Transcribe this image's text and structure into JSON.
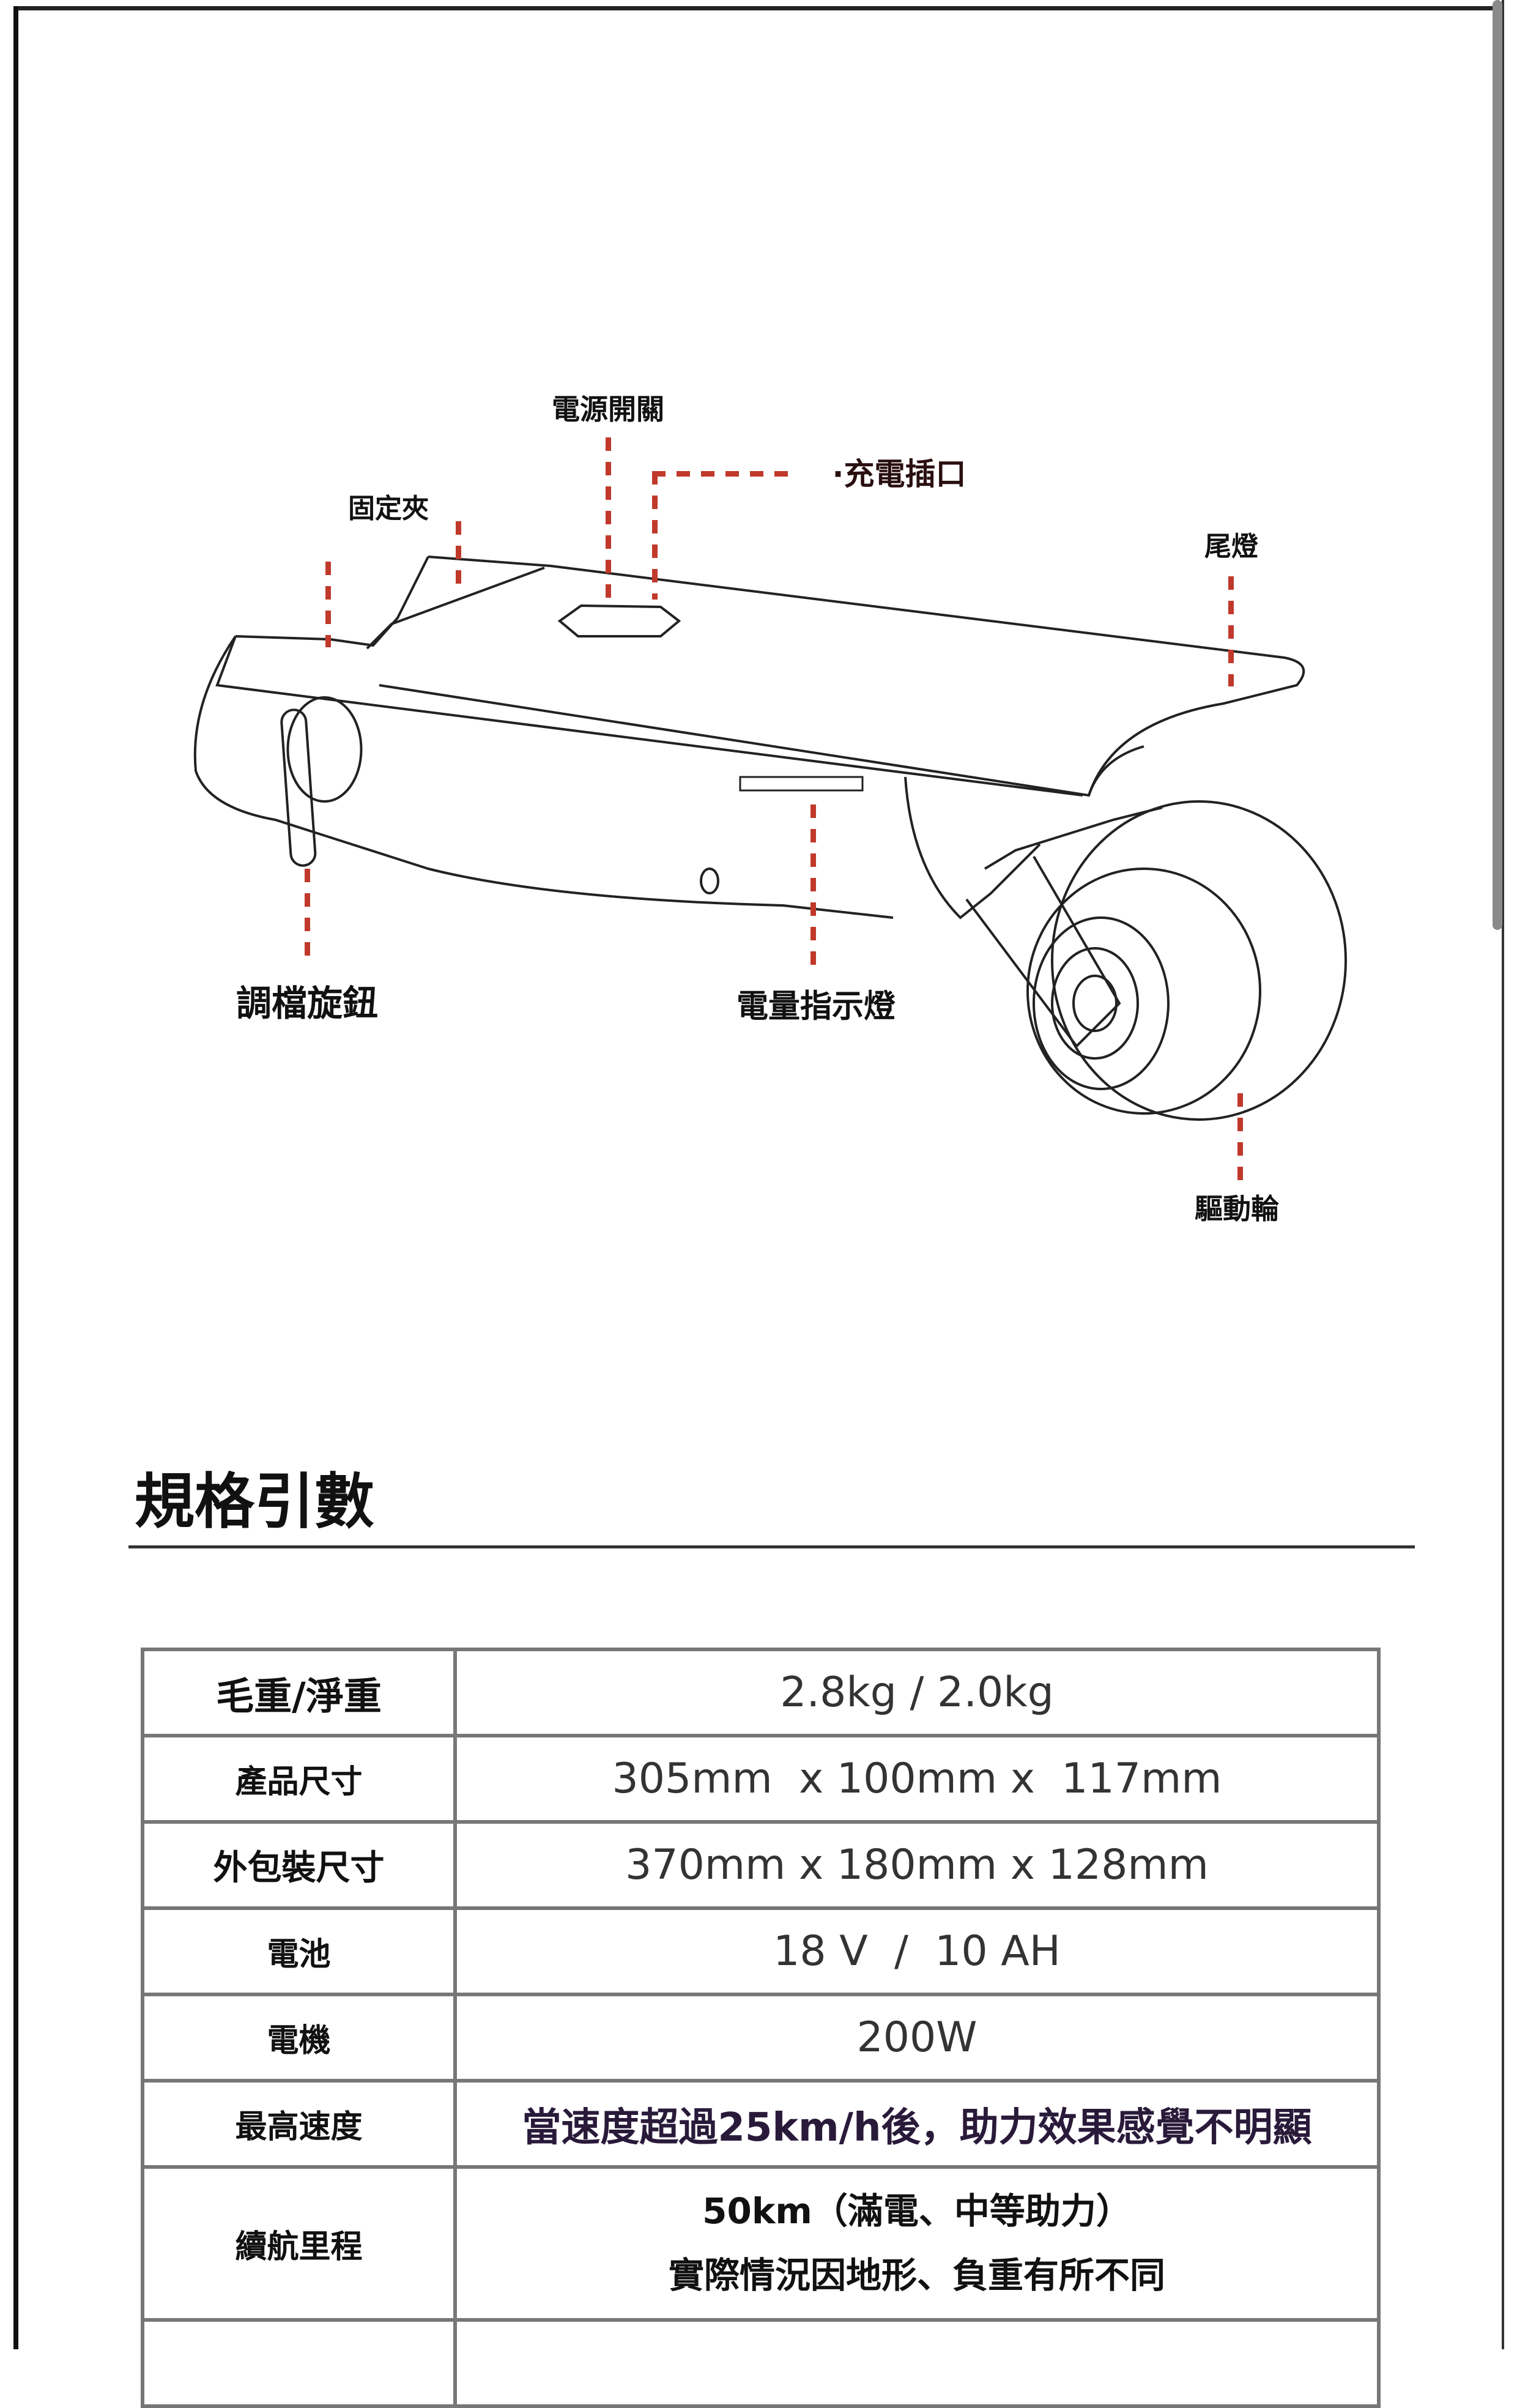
{
  "diagram": {
    "labels": {
      "power_switch": "電源開關",
      "charge_port": "·充電插口",
      "clamp": "固定夾",
      "tail_light": "尾燈",
      "gear_knob": "調檔旋鈕",
      "battery_indicator": "電量指示燈",
      "drive_wheel": "驅動輪"
    },
    "callout_color": "#c0392b"
  },
  "specs": {
    "title": "規格引數",
    "rows": [
      {
        "label": "毛重/淨重",
        "value": "2.8kg / 2.0kg"
      },
      {
        "label": "產品尺寸",
        "value": "305mm  x 100mm x  117mm"
      },
      {
        "label": "外包裝尺寸",
        "value": "370mm x 180mm x 128mm"
      },
      {
        "label": "電池",
        "value": "18 V  /  10 AH"
      },
      {
        "label": "電機",
        "value": "200W"
      },
      {
        "label": "最高速度",
        "value": "當速度超過25km/h後，助力效果感覺不明顯"
      },
      {
        "label": "續航里程",
        "value": "50km（滿電、中等助力）",
        "value2": "實際情況因地形、負重有所不同"
      }
    ]
  }
}
